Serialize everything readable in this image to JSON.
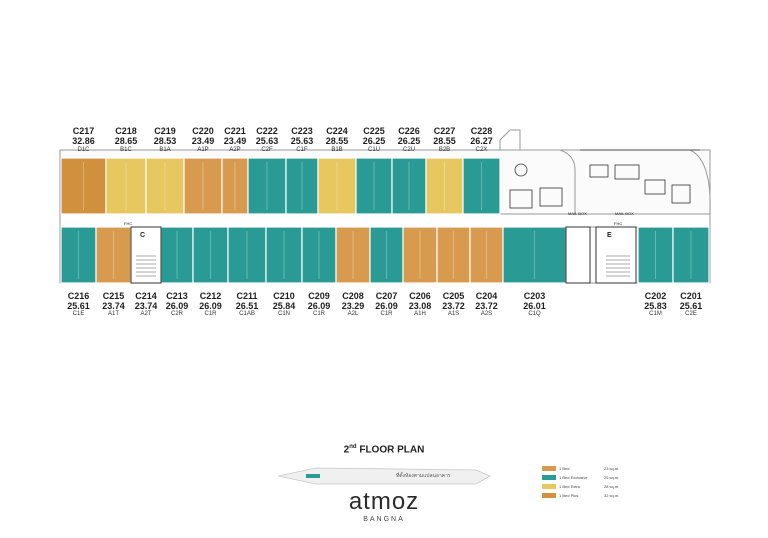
{
  "floor_title": {
    "ordinal": "2",
    "suffix": "nd",
    "text": "FLOOR PLAN"
  },
  "brand": {
    "name": "atmoz",
    "location": "BANGNA"
  },
  "colors": {
    "one_bed": "#d89a4e",
    "one_bed_exclusive": "#2a9a94",
    "one_bed_extra": "#e6c760",
    "one_bed_plus": "#d0903e"
  },
  "top_units": [
    {
      "id": "C217",
      "area": "32.86",
      "type": "D1C",
      "color": "one_bed_plus"
    },
    {
      "id": "C218",
      "area": "28.65",
      "type": "B1C",
      "color": "one_bed_extra"
    },
    {
      "id": "C219",
      "area": "28.53",
      "type": "B1A",
      "color": "one_bed_extra"
    },
    {
      "id": "C220",
      "area": "23.49",
      "type": "A1P",
      "color": "one_bed"
    },
    {
      "id": "C221",
      "area": "23.49",
      "type": "A2P",
      "color": "one_bed"
    },
    {
      "id": "C222",
      "area": "25.63",
      "type": "C2F",
      "color": "one_bed_exclusive"
    },
    {
      "id": "C223",
      "area": "25.63",
      "type": "C1F",
      "color": "one_bed_exclusive"
    },
    {
      "id": "C224",
      "area": "28.55",
      "type": "B1B",
      "color": "one_bed_extra"
    },
    {
      "id": "C225",
      "area": "26.25",
      "type": "C1U",
      "color": "one_bed_exclusive"
    },
    {
      "id": "C226",
      "area": "26.25",
      "type": "C2U",
      "color": "one_bed_exclusive"
    },
    {
      "id": "C227",
      "area": "28.55",
      "type": "B2B",
      "color": "one_bed_extra"
    },
    {
      "id": "C228",
      "area": "26.27",
      "type": "C2X",
      "color": "one_bed_exclusive"
    }
  ],
  "bottom_units": [
    {
      "id": "C216",
      "area": "25.61",
      "type": "C1E",
      "color": "one_bed_exclusive"
    },
    {
      "id": "C215",
      "area": "23.74",
      "type": "A1T",
      "color": "one_bed"
    },
    {
      "id": "C214",
      "area": "23.74",
      "type": "A2T",
      "color": "one_bed"
    },
    {
      "id": "C213",
      "area": "26.09",
      "type": "C2R",
      "color": "one_bed_exclusive"
    },
    {
      "id": "C212",
      "area": "26.09",
      "type": "C1R",
      "color": "one_bed_exclusive"
    },
    {
      "id": "C211",
      "area": "26.51",
      "type": "C1AB",
      "color": "one_bed_exclusive"
    },
    {
      "id": "C210",
      "area": "25.84",
      "type": "C1N",
      "color": "one_bed_exclusive"
    },
    {
      "id": "C209",
      "area": "26.09",
      "type": "C1R",
      "color": "one_bed_exclusive"
    },
    {
      "id": "C208",
      "area": "23.29",
      "type": "A2L",
      "color": "one_bed"
    },
    {
      "id": "C207",
      "area": "26.09",
      "type": "C1R",
      "color": "one_bed_exclusive"
    },
    {
      "id": "C206",
      "area": "23.08",
      "type": "A1H",
      "color": "one_bed"
    },
    {
      "id": "C205",
      "area": "23.72",
      "type": "A1S",
      "color": "one_bed"
    },
    {
      "id": "C204",
      "area": "23.72",
      "type": "A2S",
      "color": "one_bed"
    },
    {
      "id": "C203",
      "area": "26.01",
      "type": "C1Q",
      "color": "one_bed_exclusive"
    },
    {
      "id": "C202",
      "area": "25.83",
      "type": "C1M",
      "color": "one_bed_exclusive"
    },
    {
      "id": "C201",
      "area": "25.61",
      "type": "C2E",
      "color": "one_bed_exclusive"
    }
  ],
  "core_labels": {
    "stair_a": "C",
    "stair_b": "E",
    "fhc": "FHC",
    "mail_box": "MAIL BOX"
  },
  "legend": [
    {
      "name": "1 Bed",
      "size": "23 sq.m.",
      "color": "one_bed"
    },
    {
      "name": "1 Bed Exclusive",
      "size": "25 sq.m.",
      "color": "one_bed_exclusive"
    },
    {
      "name": "1 Bed Extra",
      "size": "28 sq.m.",
      "color": "one_bed_extra"
    },
    {
      "name": "1 Bed Plus",
      "size": "32 sq.m.",
      "color": "one_bed_plus"
    }
  ],
  "key_map_caption": "ที่ตั้งห้องตามแปลนอาคาร"
}
